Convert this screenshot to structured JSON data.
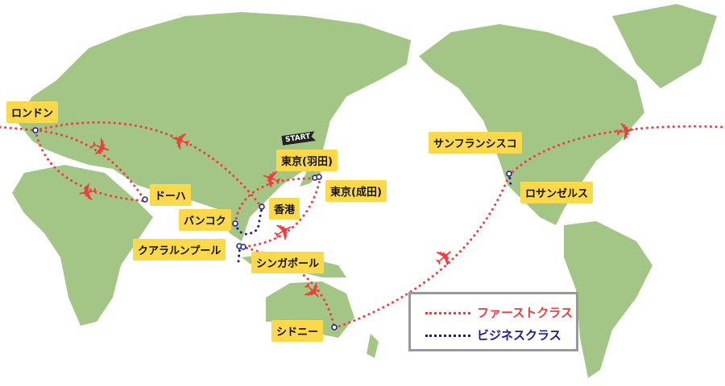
{
  "colors": {
    "land": "#a3c585",
    "label_bg": "#fbd94a",
    "first_class": "#f23c3c",
    "business_class": "#1c1c96",
    "legend_border": "#999999"
  },
  "cities": {
    "london": "ロンドン",
    "doha": "ドーハ",
    "bangkok": "バンコク",
    "hongkong": "香港",
    "haneda": "東京(羽田)",
    "narita": "東京(成田)",
    "kualalumpur": "クアラルンプール",
    "singapore": "シンガポール",
    "sydney": "シドニー",
    "sanfrancisco": "サンフランシスコ",
    "losangeles": "ロサンゼルス"
  },
  "start_flag": "START",
  "legend": {
    "first": "ファーストクラス",
    "business": "ビジネスクラス"
  },
  "icons": {
    "plane": "airplane-icon",
    "pin": "map-pin-icon",
    "flag": "start-flag-icon"
  }
}
